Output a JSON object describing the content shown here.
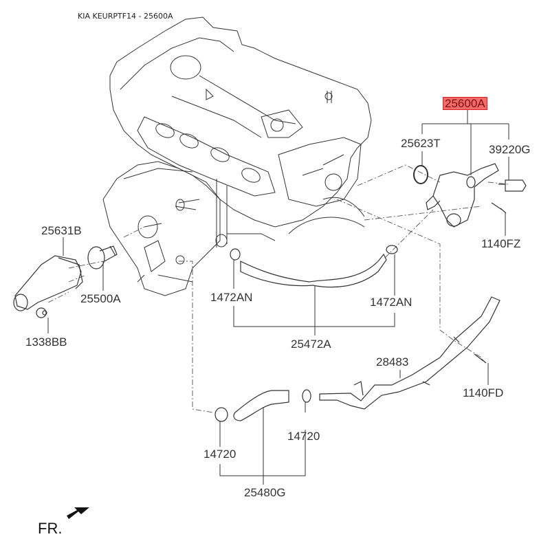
{
  "title": "KIA KEURPTF14 - 25600A",
  "highlight_color": "#f56a6a",
  "direction_label": "FR.",
  "icons": {
    "direction_arrow": "front-arrow-icon"
  },
  "labels": {
    "p25600A": "25600A",
    "p25623T": "25623T",
    "p39220G": "39220G",
    "p1140FZ": "1140FZ",
    "p25631B": "25631B",
    "p25500A": "25500A",
    "p1338BB": "1338BB",
    "p1472AN_left": "1472AN",
    "p1472AN_right": "1472AN",
    "p25472A": "25472A",
    "p28483": "28483",
    "p1140FD": "1140FD",
    "p14720_left": "14720",
    "p14720_right": "14720",
    "p25480G": "25480G"
  }
}
